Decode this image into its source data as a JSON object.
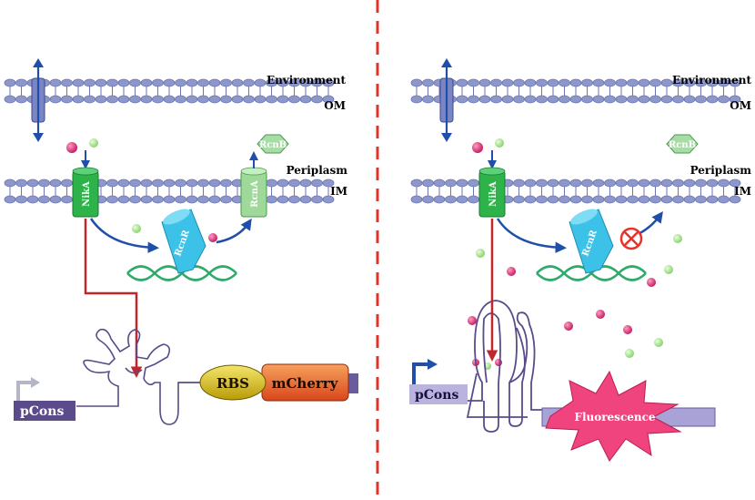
{
  "labels": {
    "environment": "Environment",
    "om": "OM",
    "periplasm": "Periplasm",
    "im": "IM",
    "nika": "NikA",
    "rcna": "RcnA",
    "rcnb": "RcnB",
    "rcnr": "RcnR",
    "pcons": "pCons",
    "rbs": "RBS",
    "mcherry": "mCherry",
    "fluorescence": "Fluorescence"
  },
  "colors": {
    "lipid_head": "#8e97c9",
    "lipid_tail": "#6b76b4",
    "transporter": "#7a86c4",
    "nika": "#2db34a",
    "rcna": "#9ed99a",
    "rcnb": "#a8dca6",
    "rcnr": "#3cc2e8",
    "dna": "#2eaa6a",
    "blue_arrow": "#1f4fa8",
    "red_arrow": "#c0272d",
    "divider": "#e0332a",
    "rna": "#5a4a8a",
    "rbs": "#d9c21a",
    "mcherry": "#e8622a",
    "fluorescence": "#f0447f",
    "pcons_box": "#5b4b8a",
    "pcons_box_right": "#b9b3dd",
    "promoter_left": "#b5b5c8",
    "promoter_right": "#1f4fa8",
    "ion_red": "#d4266a",
    "ion_green": "#9ad97f",
    "blocked": "#e8322a"
  }
}
